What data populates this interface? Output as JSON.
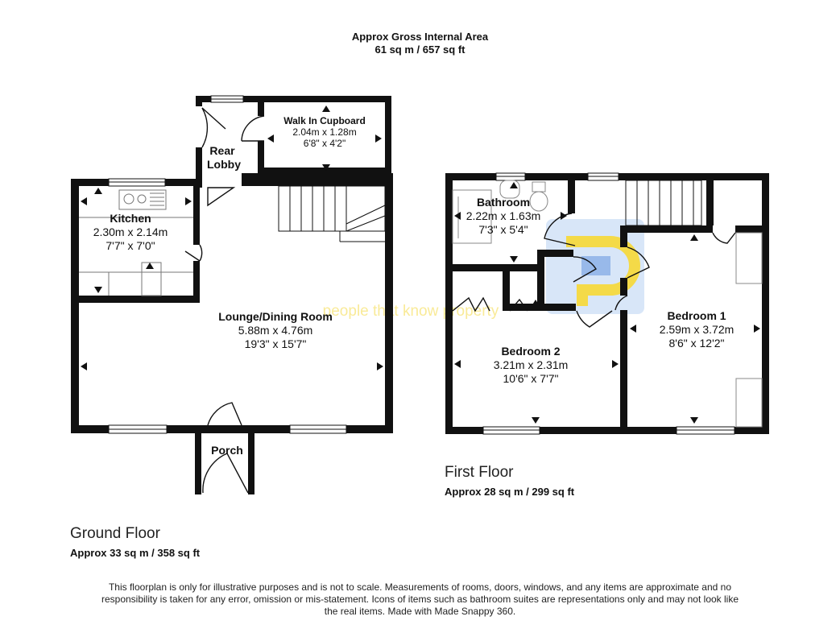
{
  "header": {
    "line1": "Approx Gross Internal Area",
    "line2": "61 sq m / 657 sq ft"
  },
  "ground_floor": {
    "title": "Ground Floor",
    "area": "Approx 33 sq m / 358 sq ft",
    "rooms": {
      "walk_in_cupboard": {
        "name": "Walk In Cupboard",
        "metric": "2.04m x 1.28m",
        "imperial": "6'8\" x 4'2\""
      },
      "rear_lobby": {
        "name1": "Rear",
        "name2": "Lobby"
      },
      "kitchen": {
        "name": "Kitchen",
        "metric": "2.30m x 2.14m",
        "imperial": "7'7\" x 7'0\""
      },
      "lounge": {
        "name": "Lounge/Dining Room",
        "metric": "5.88m x 4.76m",
        "imperial": "19'3\" x 15'7\""
      },
      "porch": {
        "name": "Porch"
      }
    }
  },
  "first_floor": {
    "title": "First Floor",
    "area": "Approx 28 sq m / 299 sq ft",
    "rooms": {
      "bathroom": {
        "name": "Bathroom",
        "metric": "2.22m x 1.63m",
        "imperial": "7'3\" x 5'4\""
      },
      "bedroom2": {
        "name": "Bedroom 2",
        "metric": "3.21m x 2.31m",
        "imperial": "10'6\" x 7'7\""
      },
      "bedroom1": {
        "name": "Bedroom 1",
        "metric": "2.59m x 3.72m",
        "imperial": "8'6\" x 12'2\""
      }
    }
  },
  "watermark": {
    "text": "people that know property"
  },
  "disclaimer": "This floorplan is only for illustrative purposes and is not to scale. Measurements of rooms, doors, windows, and any items are approximate and no responsibility is taken for any error, omission or mis-statement. Icons of items such as bathroom suites are representations only and may not look like the real items. Made with Made Snappy 360.",
  "colors": {
    "wall": "#111111",
    "watermark_blue": "#5b8fd9",
    "watermark_yellow": "#f2d21b"
  }
}
